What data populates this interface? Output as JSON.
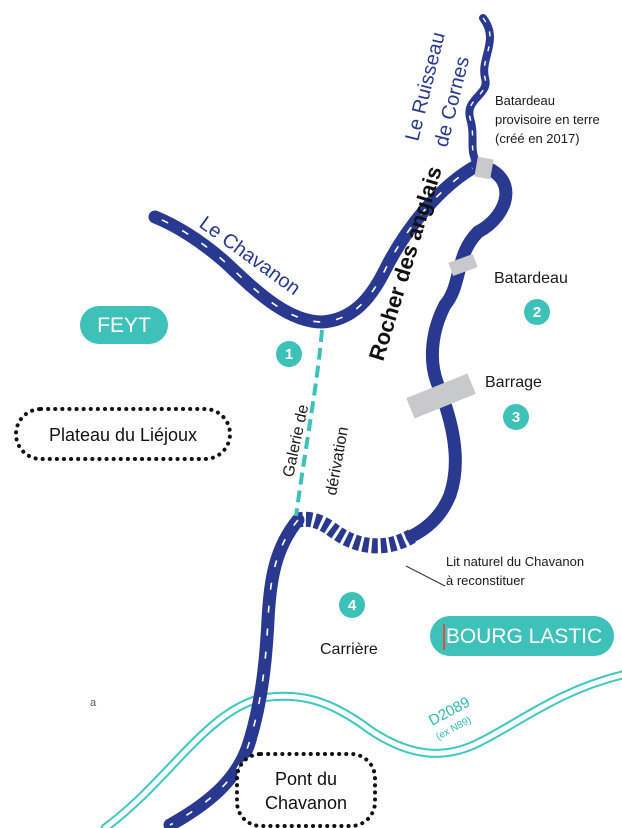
{
  "colors": {
    "river": "#2a3990",
    "accent": "#3ec1b9",
    "road": "#3ec7c4",
    "structure": "#c8c9cb",
    "text": "#1a1a1a"
  },
  "rivers": {
    "ruisseau_line1": "Le Ruisseau",
    "ruisseau_line2": "de Cornes",
    "chavanon": "Le Chavanon"
  },
  "rocher": "Rocher des anglais",
  "batardeau_provisoire": {
    "line1": "Batardeau",
    "line2": "provisoire en terre",
    "line3": "(créé en 2017)"
  },
  "places": {
    "feyt": "FEYT",
    "bourg_lastic": "BOURG LASTIC",
    "plateau": "Plateau du Liéjoux",
    "pont_line1": "Pont du",
    "pont_line2": "Chavanon"
  },
  "markers": [
    {
      "number": "1"
    },
    {
      "number": "2",
      "label": "Batardeau"
    },
    {
      "number": "3",
      "label": "Barrage"
    },
    {
      "number": "4",
      "label": "Carrière"
    }
  ],
  "galerie": {
    "line1": "Galerie de",
    "line2": "dérivation"
  },
  "lit_naturel": {
    "line1": "Lit naturel du Chavanon",
    "line2": "à reconstituer"
  },
  "road": {
    "name": "D2089",
    "old_name": "(ex N89)"
  },
  "stray_mark": "a"
}
